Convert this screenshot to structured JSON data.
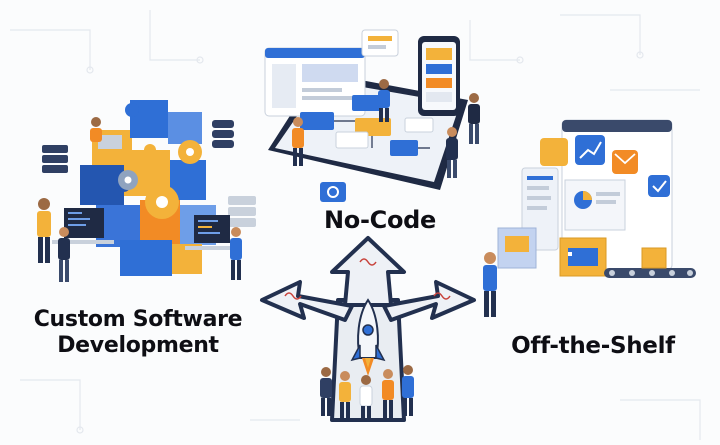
{
  "labels": {
    "no_code": "No-Code",
    "custom_line1": "Custom Software",
    "custom_line2": "Development",
    "off_the_shelf": "Off-the-Shelf"
  },
  "colors": {
    "primary_blue": "#2f6fd6",
    "dark_navy": "#22304f",
    "amber": "#f3b23a",
    "orange": "#f28b25",
    "light_gray": "#e9edf2"
  },
  "icons": [
    "puzzle-icon",
    "gear-icon",
    "database-icon",
    "rocket-icon",
    "arrow-icon",
    "chart-icon",
    "mail-icon",
    "calendar-icon",
    "chat-icon"
  ]
}
